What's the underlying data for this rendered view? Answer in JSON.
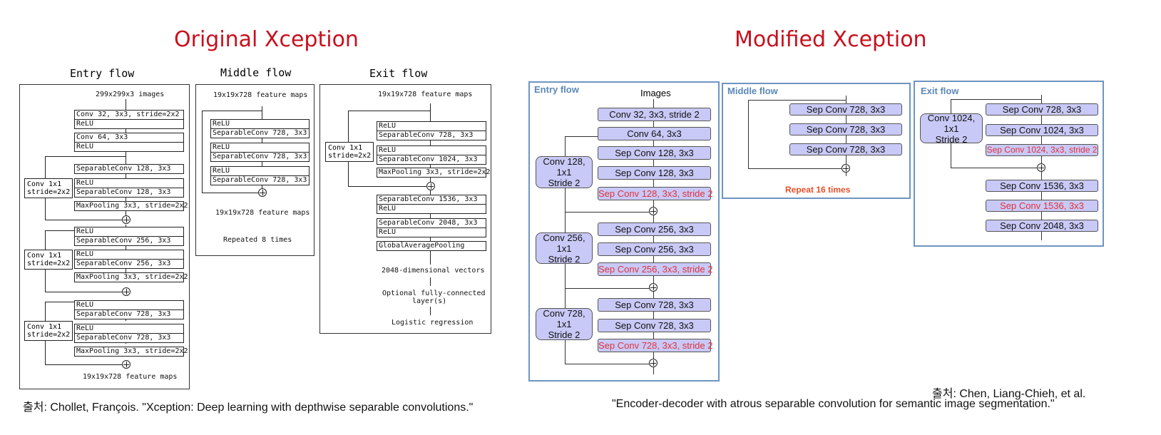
{
  "titles": {
    "original": "Original Xception",
    "modified": "Modified Xception"
  },
  "original": {
    "entry": {
      "title": "Entry flow",
      "input": "299x299x3 images",
      "box1": [
        "Conv 32, 3x3, stride=2x2",
        "ReLU"
      ],
      "box2": [
        "Conv 64, 3x3",
        "ReLU"
      ],
      "sep128_a": [
        "SeparableConv 128, 3x3"
      ],
      "sep128_b": [
        "ReLU",
        "SeparableConv 128, 3x3"
      ],
      "pool1": [
        "MaxPooling 3x3, stride=2x2"
      ],
      "sep256_a": [
        "ReLU",
        "SeparableConv 256, 3x3"
      ],
      "sep256_b": [
        "ReLU",
        "SeparableConv 256, 3x3"
      ],
      "pool2": [
        "MaxPooling 3x3, stride=2x2"
      ],
      "sep728_a": [
        "ReLU",
        "SeparableConv 728, 3x3"
      ],
      "sep728_b": [
        "ReLU",
        "SeparableConv 728, 3x3"
      ],
      "pool3": [
        "MaxPooling 3x3, stride=2x2"
      ],
      "skip": [
        "Conv 1x1",
        "stride=2x2"
      ],
      "output": "19x19x728 feature maps"
    },
    "middle": {
      "title": "Middle flow",
      "input": "19x19x728 feature maps",
      "box": [
        "ReLU",
        "SeparableConv 728, 3x3"
      ],
      "output": "19x19x728 feature maps",
      "repeat": "Repeated 8 times"
    },
    "exit": {
      "title": "Exit flow",
      "input": "19x19x728 feature maps",
      "box1": [
        "ReLU",
        "SeparableConv 728, 3x3"
      ],
      "box2": [
        "ReLU",
        "SeparableConv 1024, 3x3"
      ],
      "pool": [
        "MaxPooling 3x3, stride=2x2"
      ],
      "box3": [
        "SeparableConv 1536, 3x3",
        "ReLU"
      ],
      "box4": [
        "SeparableConv 2048, 3x3",
        "ReLU"
      ],
      "gap": [
        "GlobalAveragePooling"
      ],
      "skip": [
        "Conv 1x1",
        "stride=2x2"
      ],
      "vectors": "2048-dimensional vectors",
      "fc1": "Optional fully-connected",
      "fc2": "layer(s)",
      "logreg": "Logistic regression"
    },
    "caption": "출처: Chollet, François. \"Xception: Deep learning with depthwise separable convolutions.\""
  },
  "modified": {
    "entry": {
      "title": "Entry  flow",
      "images": "Images",
      "conv32": "Conv 32, 3x3, stride 2",
      "conv64": "Conv 64, 3x3",
      "sep128": "Sep Conv 128, 3x3",
      "sep128_s2": "Sep Conv 128, 3x3, stride 2",
      "sep256": "Sep Conv 256, 3x3",
      "sep256_s2": "Sep Conv 256, 3x3, stride 2",
      "sep728": "Sep Conv 728, 3x3",
      "sep728_s2": "Sep Conv 728, 3x3, stride 2",
      "skip128": [
        "Conv 128, 1x1",
        "Stride 2"
      ],
      "skip256": [
        "Conv 256, 1x1",
        "Stride 2"
      ],
      "skip728": [
        "Conv 728, 1x1",
        "Stride 2"
      ]
    },
    "middle": {
      "title": "Middle  flow",
      "sep728": "Sep Conv 728, 3x3",
      "repeat": "Repeat 16 times"
    },
    "exit": {
      "title": "Exit  flow",
      "sep728": "Sep Conv 728, 3x3",
      "sep1024": "Sep Conv 1024, 3x3",
      "sep1024_s2": "Sep Conv 1024, 3x3, stride 2",
      "sep1536": "Sep Conv 1536, 3x3",
      "sep2048": "Sep Conv 2048, 3x3",
      "skip": [
        "Conv 1024, 1x1",
        "Stride 2"
      ]
    },
    "caption1": "출처: Chen, Liang-Chieh, et al.",
    "caption2": "\"Encoder-decoder with atrous separable convolution for semantic image segmentation.\""
  },
  "colors": {
    "title_red": "#c8101e",
    "highlight_red": "#e0333a",
    "box_fill": "#c9c9f7",
    "panel_blue": "#6e95c0",
    "repeat_orange": "#e8502a"
  }
}
